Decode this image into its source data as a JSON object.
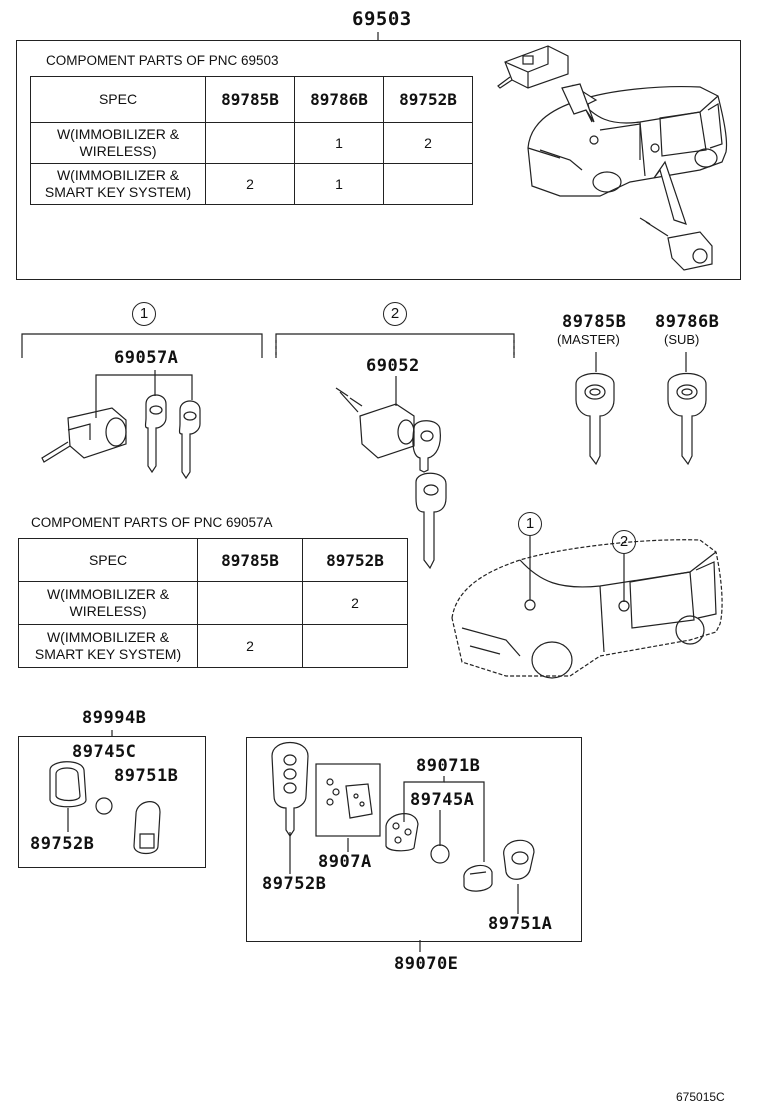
{
  "top": {
    "pnc": "69503",
    "table_title": "COMPOMENT PARTS OF PNC 69503",
    "headers": [
      "SPEC",
      "89785B",
      "89786B",
      "89752B"
    ],
    "rows": [
      {
        "spec": [
          "W(IMMOBILIZER &",
          "WIRELESS)"
        ],
        "vals": [
          "",
          "1",
          "2"
        ]
      },
      {
        "spec": [
          "W(IMMOBILIZER &",
          "SMART KEY SYSTEM)"
        ],
        "vals": [
          "2",
          "1",
          ""
        ]
      }
    ]
  },
  "group1": {
    "marker": "1",
    "part": "69057A"
  },
  "group2": {
    "marker": "2",
    "part": "69052"
  },
  "keys": {
    "master_part": "89785B",
    "master_label": "(MASTER)",
    "sub_part": "89786B",
    "sub_label": "(SUB)"
  },
  "mid": {
    "table_title": "COMPOMENT PARTS OF PNC 69057A",
    "headers": [
      "SPEC",
      "89785B",
      "89752B"
    ],
    "rows": [
      {
        "spec": [
          "W(IMMOBILIZER &",
          "WIRELESS)"
        ],
        "vals": [
          "",
          "2"
        ]
      },
      {
        "spec": [
          "W(IMMOBILIZER &",
          "SMART KEY SYSTEM)"
        ],
        "vals": [
          "2",
          ""
        ]
      }
    ],
    "car_markers": [
      "1",
      "2"
    ]
  },
  "kit1": {
    "part": "89994B",
    "parts": [
      "89745C",
      "89751B",
      "89752B"
    ]
  },
  "kit2": {
    "part": "89070E",
    "parts": [
      "89752B",
      "8907A",
      "89071B",
      "89745A",
      "89751A"
    ]
  },
  "footer": {
    "ref": "675015C"
  }
}
